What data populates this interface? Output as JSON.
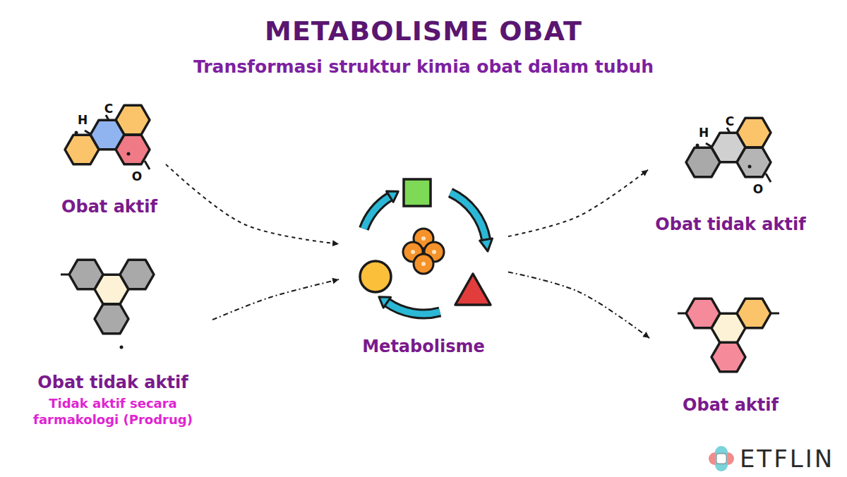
{
  "diagram": {
    "title": "METABOLISME OBAT",
    "caption": "Transformasi struktur kimia obat dalam tubuh",
    "nodes": [
      {
        "text": [
          "Obat aktif"
        ]
      },
      {
        "text": [
          "Obat tidak aktif",
          "Tidak aktif secara farmakologi (Prodrug)"
        ]
      },
      {
        "text": [
          "Metabolisme"
        ]
      },
      {
        "text": [
          "Obat tidak aktif"
        ]
      },
      {
        "text": [
          "Obat aktif"
        ]
      }
    ],
    "edges": [
      {
        "from": 0,
        "to": 2,
        "arrow": "to"
      },
      {
        "from": 1,
        "to": 2,
        "arrow": "to"
      },
      {
        "from": 2,
        "to": 3,
        "arrow": "to"
      },
      {
        "from": 2,
        "to": 4,
        "arrow": "to"
      }
    ],
    "labels": [
      "H",
      "C",
      "O",
      "H",
      "C",
      "O",
      "ETFLIN"
    ]
  }
}
